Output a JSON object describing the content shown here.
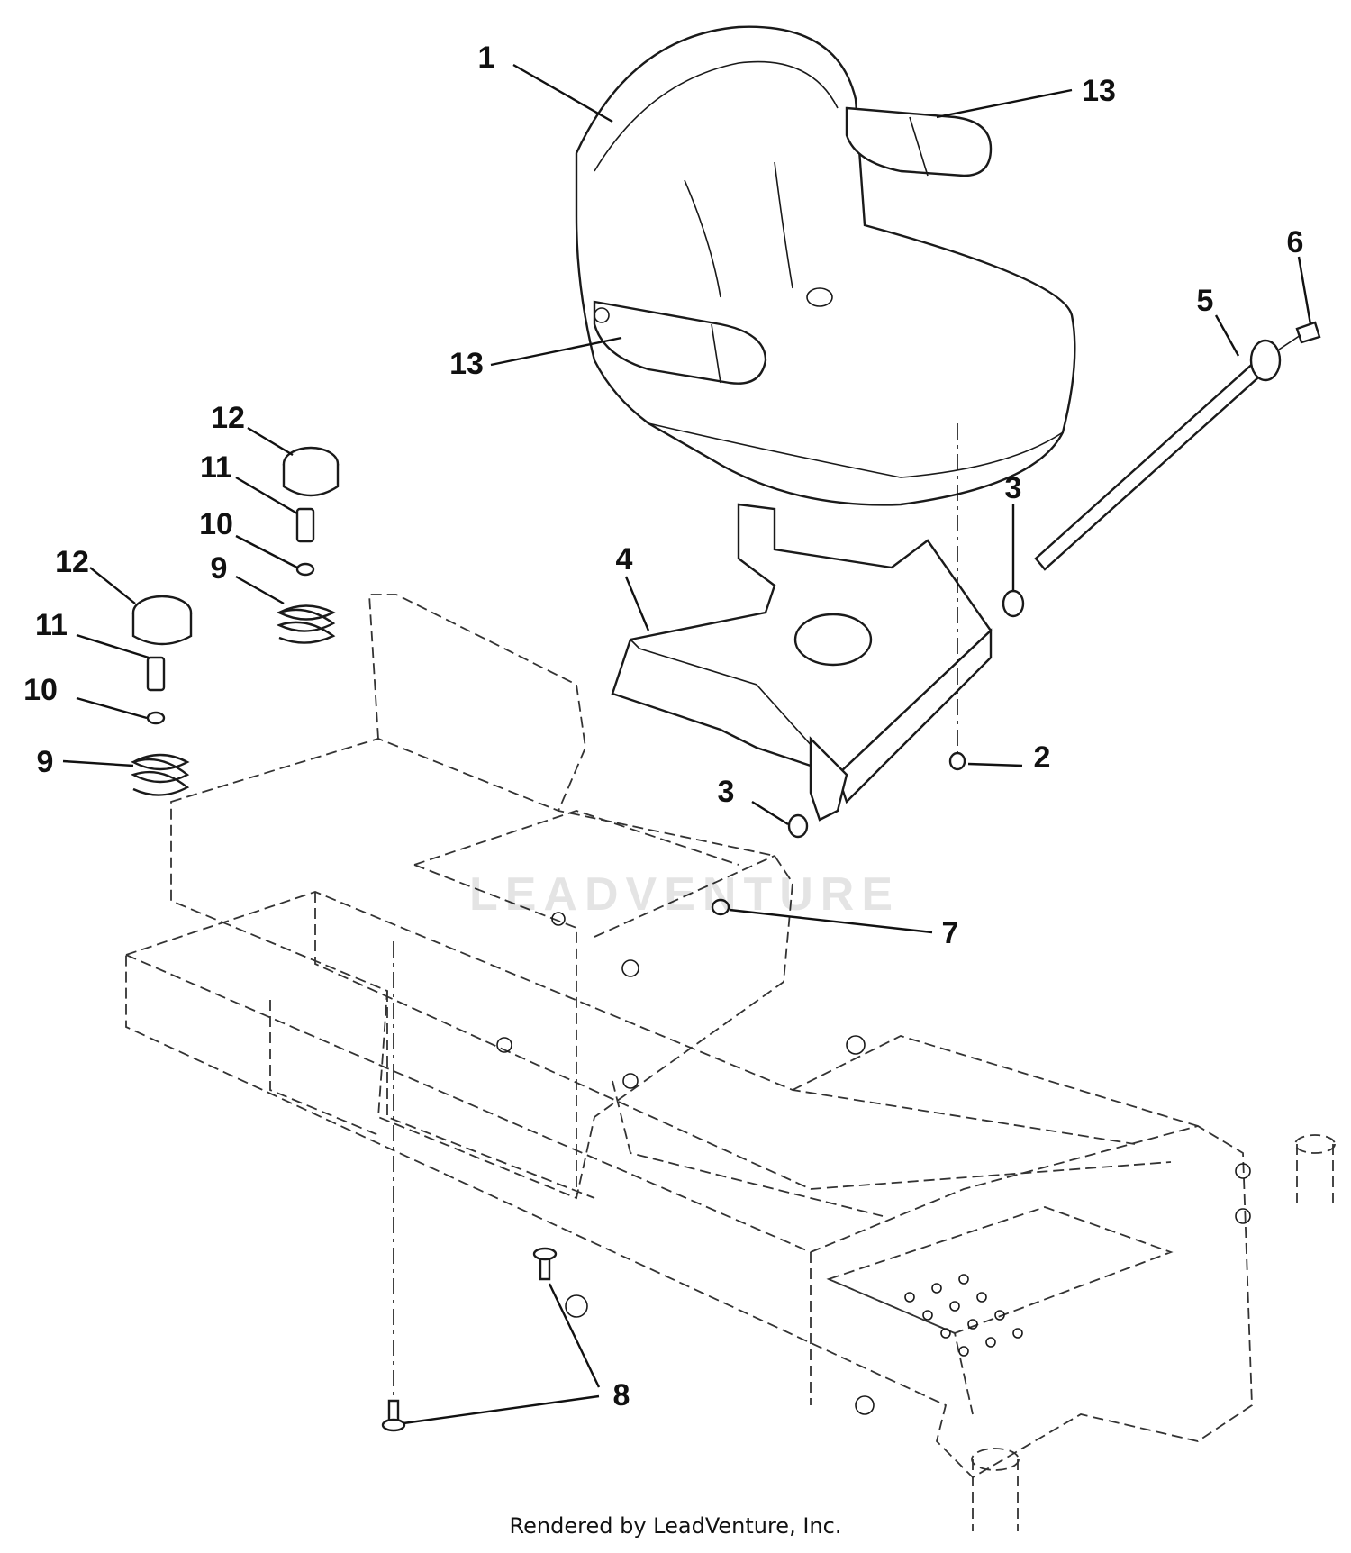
{
  "diagram": {
    "callouts": [
      {
        "label": "1"
      },
      {
        "label": "13"
      },
      {
        "label": "13"
      },
      {
        "label": "6"
      },
      {
        "label": "5"
      },
      {
        "label": "3"
      },
      {
        "label": "12"
      },
      {
        "label": "11"
      },
      {
        "label": "10"
      },
      {
        "label": "9"
      },
      {
        "label": "12"
      },
      {
        "label": "11"
      },
      {
        "label": "10"
      },
      {
        "label": "9"
      },
      {
        "label": "4"
      },
      {
        "label": "2"
      },
      {
        "label": "3"
      },
      {
        "label": "7"
      },
      {
        "label": "8"
      }
    ],
    "watermark": "LEADVENTURE"
  },
  "footer": {
    "text": "Rendered by LeadVenture, Inc."
  }
}
